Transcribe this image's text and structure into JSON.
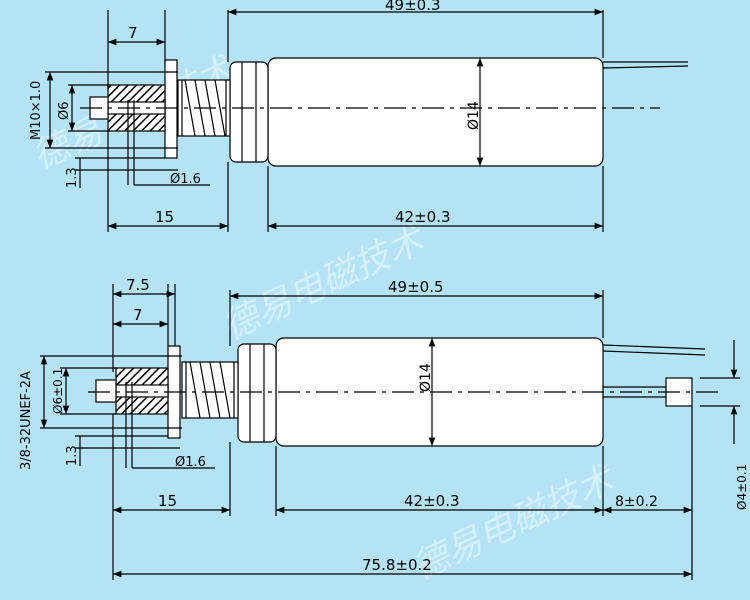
{
  "colors": {
    "background": "#b3e3f5",
    "line": "#000000",
    "body_fill": "#ffffff",
    "hatch_fill": "#000000",
    "watermark": "#f2fbff"
  },
  "watermark": {
    "text_top": "德易电磁技术",
    "text_bottom_left": "德易电磁",
    "text_bottom_right": "技术",
    "text_bottom_line": "德易电磁技术"
  },
  "top_view": {
    "dim_total_length": "49±0.3",
    "dim_body_length": "42±0.3",
    "dim_flange_offset": "7",
    "dim_plunger_length": "15",
    "dim_body_diameter": "Ø14",
    "dim_plunger_diameter": "Ø6",
    "dim_thread": "M10×1.0",
    "dim_pin_diameter": "Ø1.6",
    "dim_flange_thickness": "1.3"
  },
  "bottom_view": {
    "dim_flange_offset_outer": "7.5",
    "dim_flange_offset": "7",
    "dim_total_length": "49±0.5",
    "dim_body_length": "42±0.3",
    "dim_plunger_length": "15",
    "dim_body_diameter": "Ø14",
    "dim_plunger_diameter": "Ø6±0.1",
    "dim_thread": "3/8-32UNEF-2A",
    "dim_pin_diameter": "Ø1.6",
    "dim_flange_thickness": "1.3",
    "dim_rear_shaft_length": "8±0.2",
    "dim_rear_shaft_diameter": "Ø4±0.1",
    "dim_overall_length": "75.8±0.2"
  }
}
